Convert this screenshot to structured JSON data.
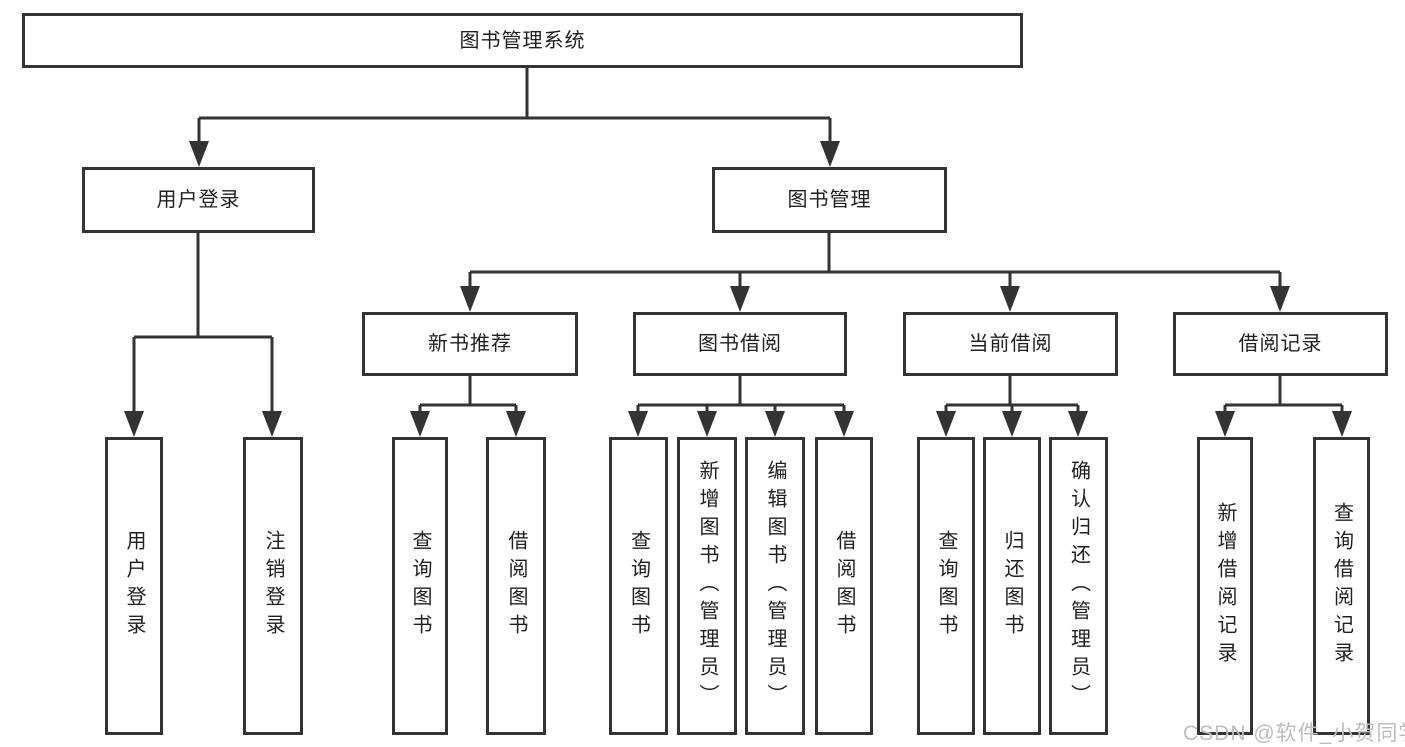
{
  "tree": {
    "label": "图书管理系统",
    "children": [
      {
        "label": "用户登录",
        "children": [
          {
            "label": "用户登录"
          },
          {
            "label": "注销登录"
          }
        ]
      },
      {
        "label": "图书管理",
        "children": [
          {
            "label": "新书推荐",
            "children": [
              {
                "label": "查询图书"
              },
              {
                "label": "借阅图书"
              }
            ]
          },
          {
            "label": "图书借阅",
            "children": [
              {
                "label": "查询图书"
              },
              {
                "label": "新增图书（管理员）"
              },
              {
                "label": "编辑图书（管理员）"
              },
              {
                "label": "借阅图书"
              }
            ]
          },
          {
            "label": "当前借阅",
            "children": [
              {
                "label": "查询图书"
              },
              {
                "label": "归还图书"
              },
              {
                "label": "确认归还（管理员）"
              }
            ]
          },
          {
            "label": "借阅记录",
            "children": [
              {
                "label": "新增借阅记录"
              },
              {
                "label": "查询借阅记录"
              }
            ]
          }
        ]
      }
    ]
  },
  "watermark": {
    "text": "CSDN @软件_小贺同学",
    "color": "#bdbdbd"
  },
  "colors": {
    "line": "#333333",
    "box_border": "#333333",
    "text": "#1f1f1f",
    "background": "#ffffff"
  }
}
